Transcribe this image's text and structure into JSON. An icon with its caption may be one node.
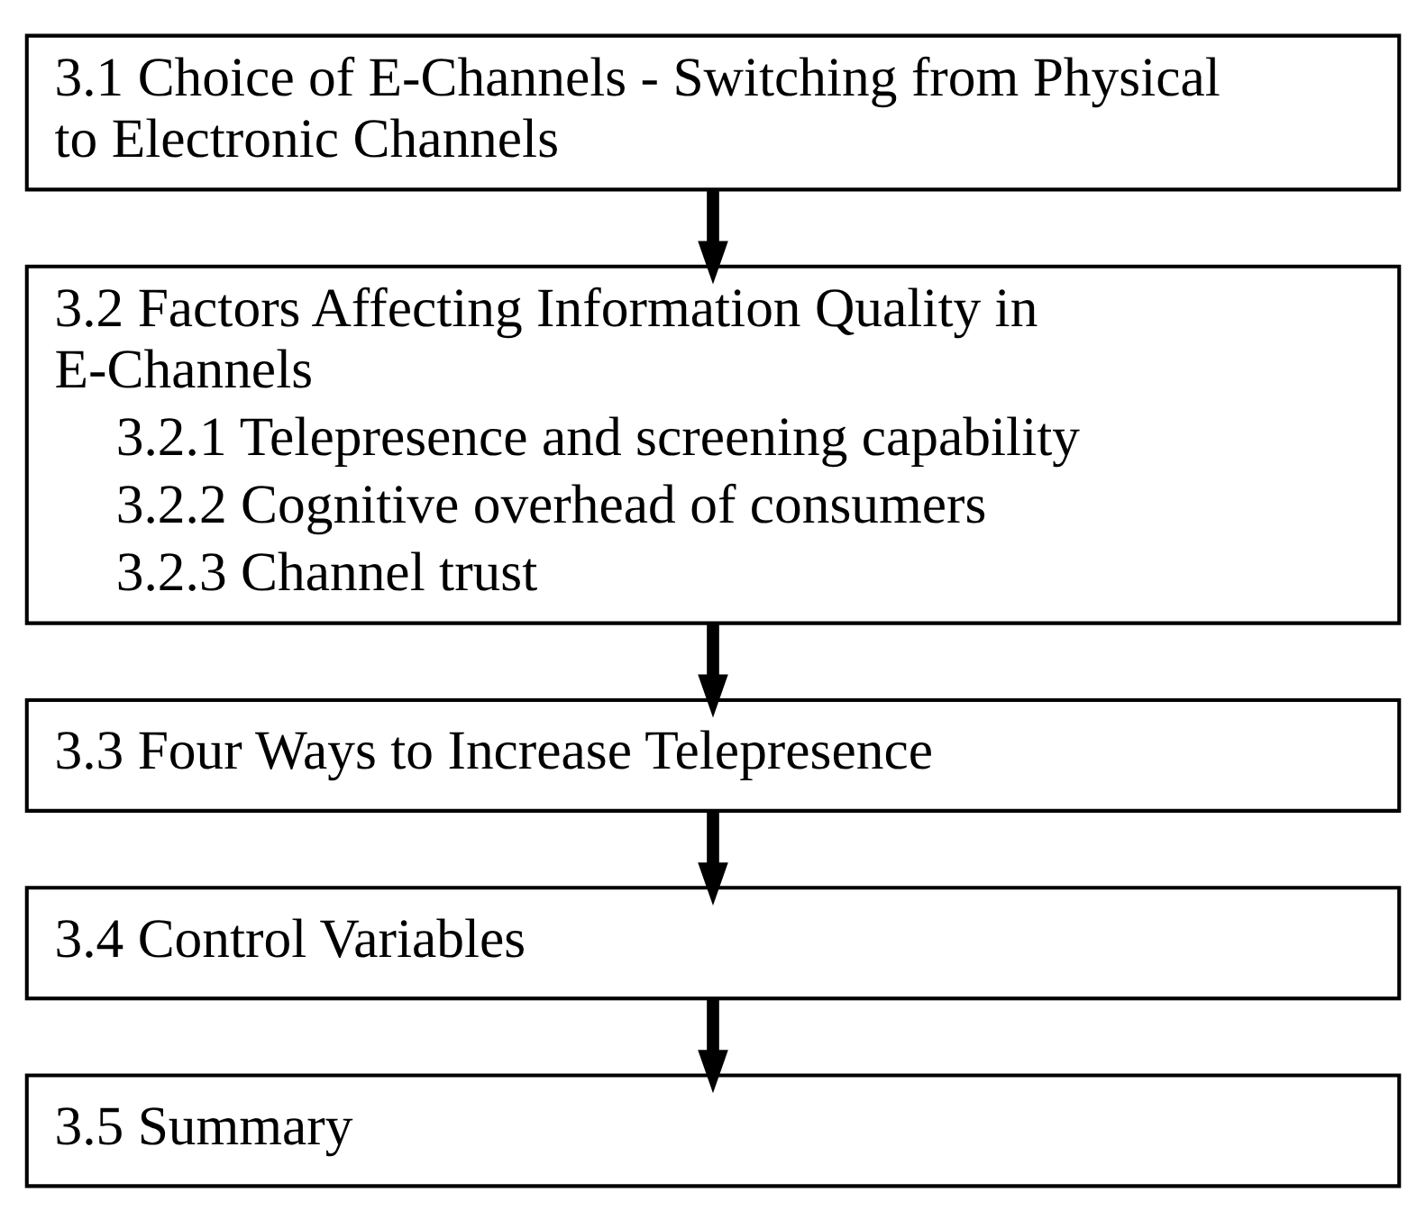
{
  "diagram": {
    "nodes": [
      {
        "text": [
          "3.1 Choice of E-Channels - Switching from Physical to Electronic Channels"
        ]
      },
      {
        "text": [
          "3.2 Factors Affecting Information Quality in E-Channels",
          "3.2.1 Telepresence and screening capability",
          "3.2.2 Cognitive overhead of consumers",
          "3.2.3 Channel trust"
        ]
      },
      {
        "text": [
          "3.3 Four Ways to Increase Telepresence"
        ]
      },
      {
        "text": [
          "3.4 Control Variables"
        ]
      },
      {
        "text": [
          "3.5 Summary"
        ]
      }
    ],
    "edges": [
      {
        "from": 0,
        "to": 1,
        "arrow": "to"
      },
      {
        "from": 1,
        "to": 2,
        "arrow": "to"
      },
      {
        "from": 2,
        "to": 3,
        "arrow": "to"
      },
      {
        "from": 3,
        "to": 4,
        "arrow": "to"
      }
    ]
  }
}
